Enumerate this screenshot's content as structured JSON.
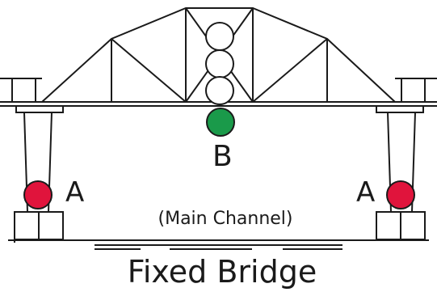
{
  "labels": {
    "signal_a_left": "A",
    "signal_a_right": "A",
    "signal_b": "B",
    "channel": "(Main Channel)",
    "caption": "Fixed Bridge"
  },
  "colors": {
    "line": "#1a1a1a",
    "red_light": "#e0143c",
    "green_light": "#1a9a4a",
    "unlit_light": "#ffffff"
  }
}
